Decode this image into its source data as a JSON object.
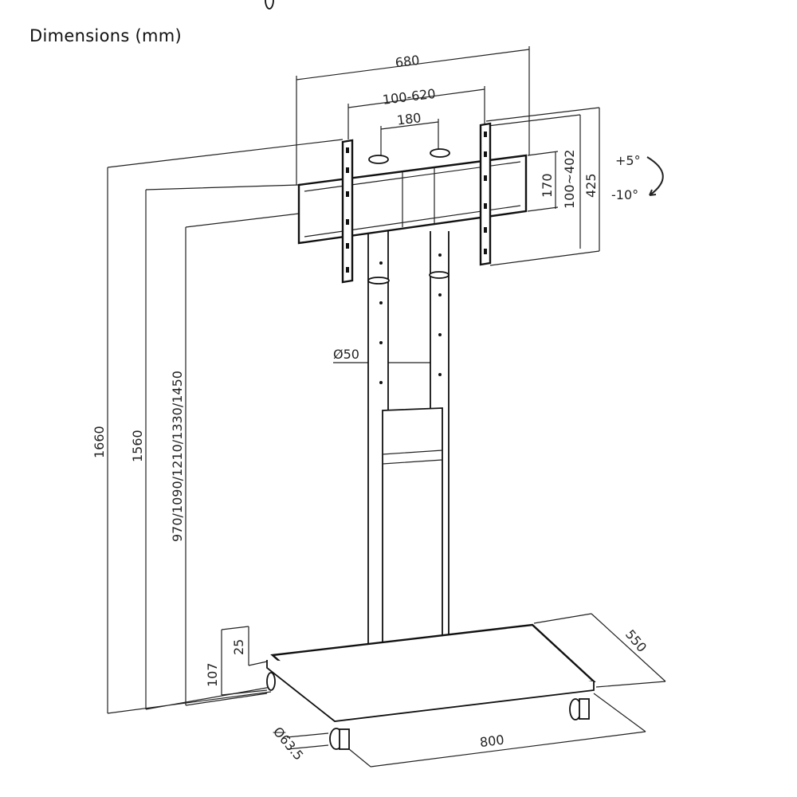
{
  "title": "Dimensions (mm)",
  "dimensions": {
    "overall_width": "680",
    "vesa_horizontal": "100-620",
    "pole_spacing": "180",
    "bracket_height": "170",
    "vesa_vertical": "100~402",
    "bracket_total_height": "425",
    "tilt_up": "+5°",
    "tilt_down": "-10°",
    "pole_diameter": "Ø50",
    "max_height": "1660",
    "bracket_top_height": "1560",
    "center_heights": "970/1090/1210/1330/1450",
    "base_thickness": "25",
    "base_height": "107",
    "base_depth": "550",
    "base_width": "800",
    "caster_diameter": "Ø63.5"
  }
}
